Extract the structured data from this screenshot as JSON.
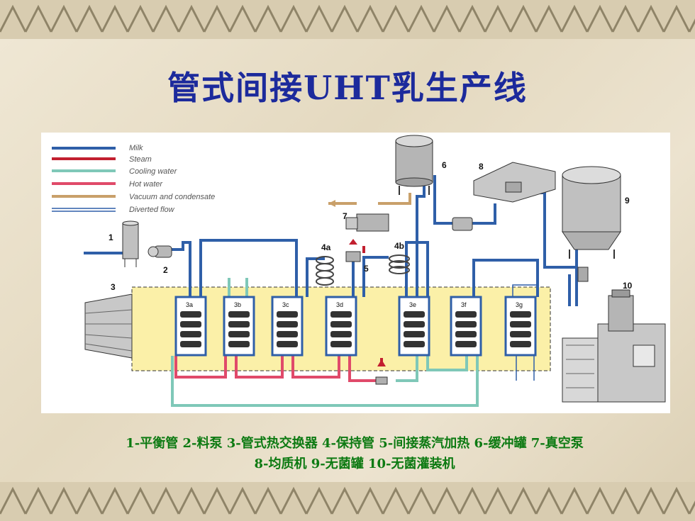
{
  "title": "管式间接UHT乳生产线",
  "legend": [
    {
      "label": "Milk",
      "color": "#2f5fa8"
    },
    {
      "label": "Steam",
      "color": "#c21f2f"
    },
    {
      "label": "Cooling water",
      "color": "#7fc8b8"
    },
    {
      "label": "Hot water",
      "color": "#e04a6a"
    },
    {
      "label": "Vacuum and condensate",
      "color": "#c9a06a"
    },
    {
      "label": "Diverted flow",
      "color": "#2f5fa8"
    }
  ],
  "component_numbers": [
    "1",
    "2",
    "3",
    "4a",
    "4b",
    "5",
    "6",
    "7",
    "8",
    "9",
    "10"
  ],
  "exchangers": [
    "3a",
    "3b",
    "3c",
    "3d",
    "3e",
    "3f",
    "3g"
  ],
  "caption_line1": "1-平衡管  2-料泵  3-管式热交换器  4-保持管  5-间接蒸汽加热  6-缓冲罐  7-真空泵",
  "caption_line2": "8-均质机  9-无菌罐  10-无菌灌装机"
}
